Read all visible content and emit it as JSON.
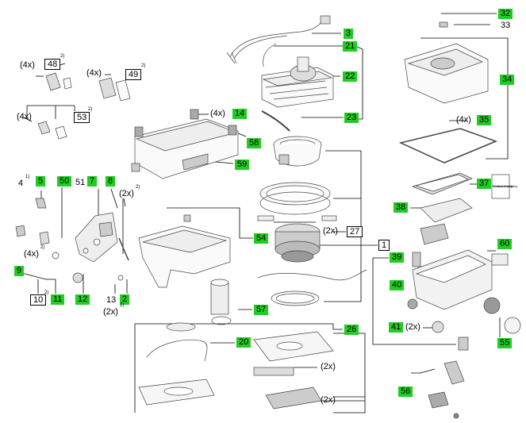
{
  "labels": {
    "p3": "3",
    "p21": "21",
    "p22": "22",
    "p23": "23",
    "p32": "32",
    "p33": "33",
    "p34": "34",
    "p35": "35",
    "p35q": "(4x)",
    "p37": "37",
    "p48": "48",
    "p48q": "(4x)",
    "p49": "49",
    "p49q": "(4x)",
    "p53": "53",
    "p53q": "(4x)",
    "p14": "14",
    "p14q": "(4x)",
    "p58": "58",
    "p59": "59",
    "p4": "4",
    "p5": "5",
    "p50": "50",
    "p51": "51",
    "p7": "7",
    "p8": "8",
    "p8q": "(2x)",
    "p27": "27",
    "p27q": "(2x)",
    "p1": "1",
    "p38": "38",
    "p60": "60",
    "p54": "54",
    "p9": "9",
    "p39": "39",
    "p40": "40",
    "p9q": "(4x)",
    "p10": "10",
    "p11": "11",
    "p12": "12",
    "p13": "13",
    "p2": "2",
    "p2q": "(2x)",
    "p57": "57",
    "p41": "41",
    "p41q": "(2x)",
    "p55": "55",
    "p20": "20",
    "p26": "26",
    "p26q1": "(2x)",
    "p26q2": "(2x)",
    "p56": "56"
  },
  "sup_marks": {
    "s48": "2)",
    "s49": "2)",
    "s53": "2)",
    "s4": "1)",
    "s8q": "2)",
    "s9q": "2)",
    "s10": "2)",
    "s2q": "2)"
  },
  "leaflet_lines": [
    "Festool Fixing",
    "Festool booklet",
    "Betriebsanleitung"
  ],
  "colors": {
    "callout_green": "#22cc22",
    "line": "#000000",
    "part_stroke": "#444444"
  }
}
